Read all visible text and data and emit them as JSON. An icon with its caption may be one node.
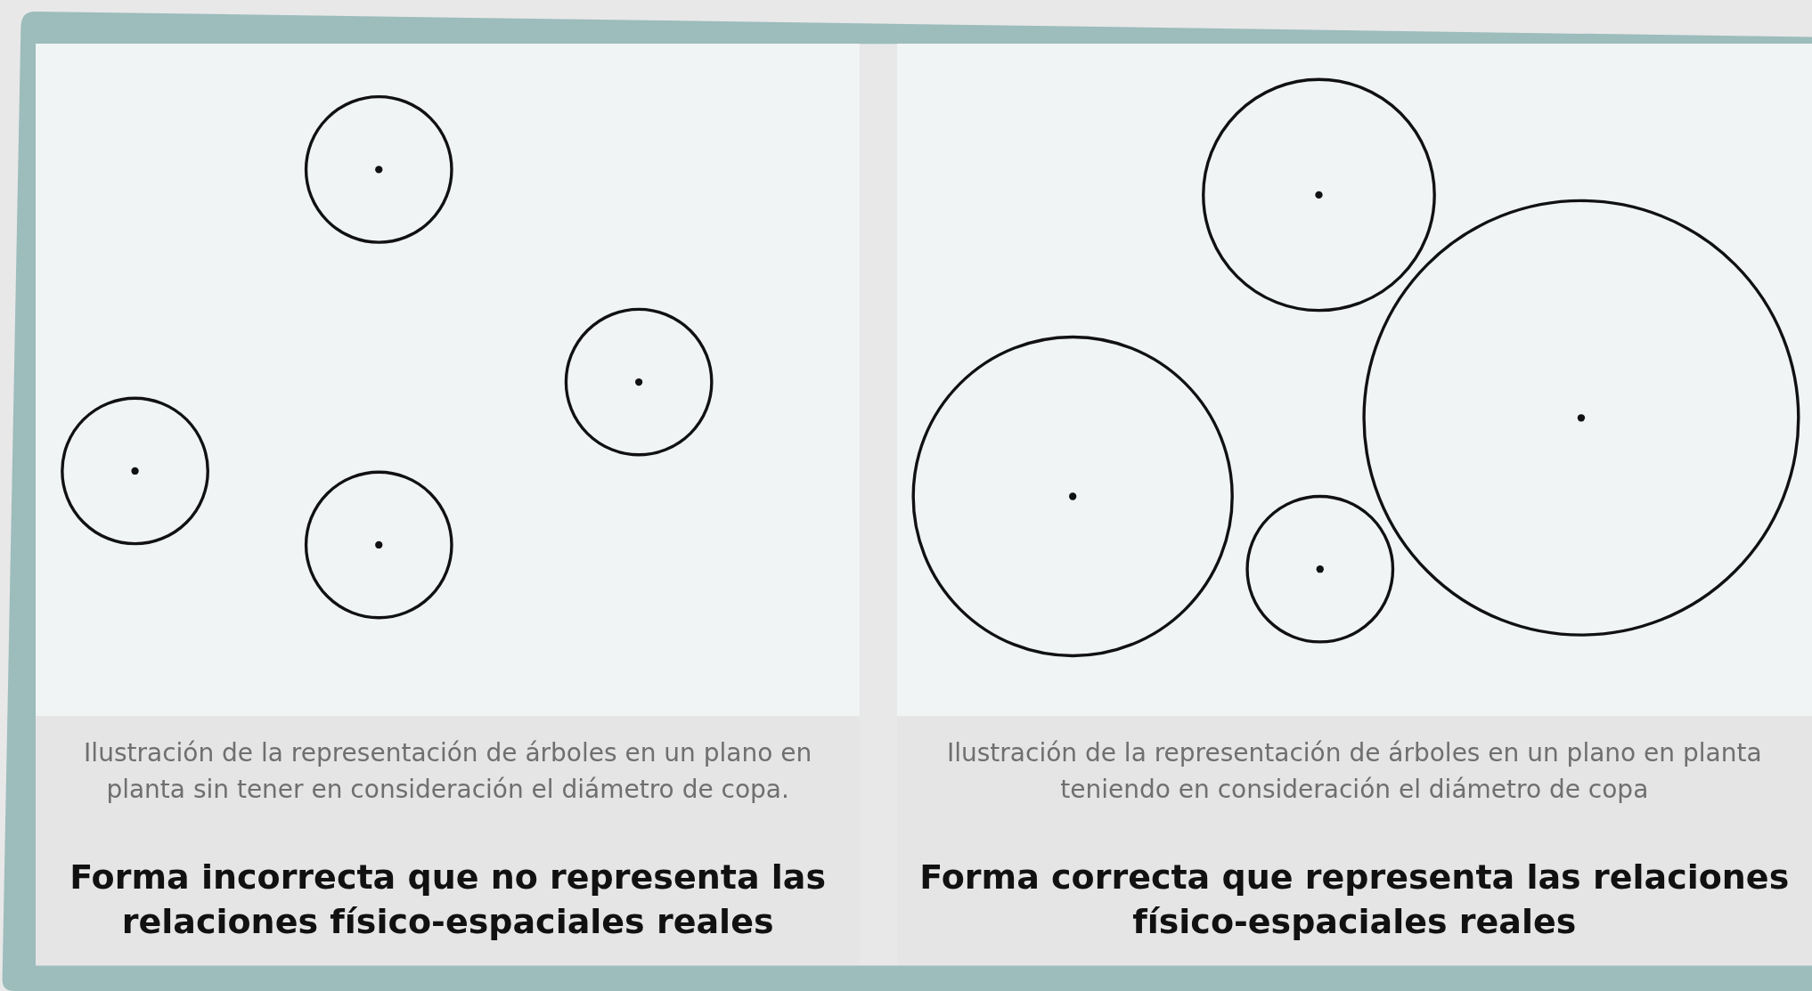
{
  "diagram": {
    "nodes": [
      {
        "text": [
          "Ilustración de la representación de árboles en un plano en planta sin tener en consideración el diámetro de copa.",
          "Forma incorrecta que no representa las relaciones físico-espaciales reales"
        ]
      },
      {
        "text": [
          "Ilustración de la representación de árboles en un plano en planta teniendo en consideración el diámetro de copa",
          "Forma correcta que representa las relaciones físico-espaciales reales"
        ]
      }
    ]
  }
}
